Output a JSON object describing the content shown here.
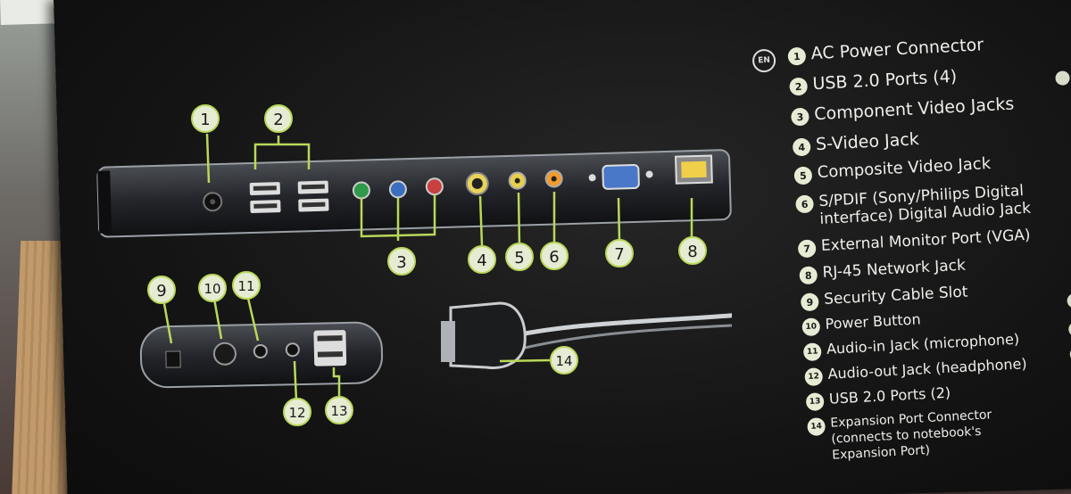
{
  "legend": {
    "language_badge": "EN",
    "items": [
      {
        "n": "1",
        "label": "AC Power Connector"
      },
      {
        "n": "2",
        "label": "USB 2.0 Ports (4)"
      },
      {
        "n": "3",
        "label": "Component Video Jacks"
      },
      {
        "n": "4",
        "label": "S-Video Jack"
      },
      {
        "n": "5",
        "label": "Composite Video Jack"
      },
      {
        "n": "6",
        "label": "S/PDIF (Sony/Philips Digital\ninterface)  Digital Audio Jack"
      },
      {
        "n": "7",
        "label": "External Monitor Port (VGA)"
      },
      {
        "n": "8",
        "label": "RJ-45 Network Jack"
      },
      {
        "n": "9",
        "label": "Security Cable Slot"
      },
      {
        "n": "10",
        "label": "Power Button"
      },
      {
        "n": "11",
        "label": "Audio-in Jack (microphone)"
      },
      {
        "n": "12",
        "label": "Audio-out Jack (headphone)"
      },
      {
        "n": "13",
        "label": "USB 2.0 Ports (2)"
      },
      {
        "n": "14",
        "label": "Expansion Port Connector\n(connects to notebook's\nExpansion Port)"
      }
    ]
  },
  "callouts": {
    "c1": "1",
    "c2": "2",
    "c3": "3",
    "c4": "4",
    "c5": "5",
    "c6": "6",
    "c7": "7",
    "c8": "8",
    "c9": "9",
    "c10": "10",
    "c11": "11",
    "c12": "12",
    "c13": "13",
    "c14": "14"
  },
  "colors": {
    "callout_fill": "#e6ecd4",
    "leader_line": "#b9d85a",
    "panel": "#2a2c2e"
  }
}
